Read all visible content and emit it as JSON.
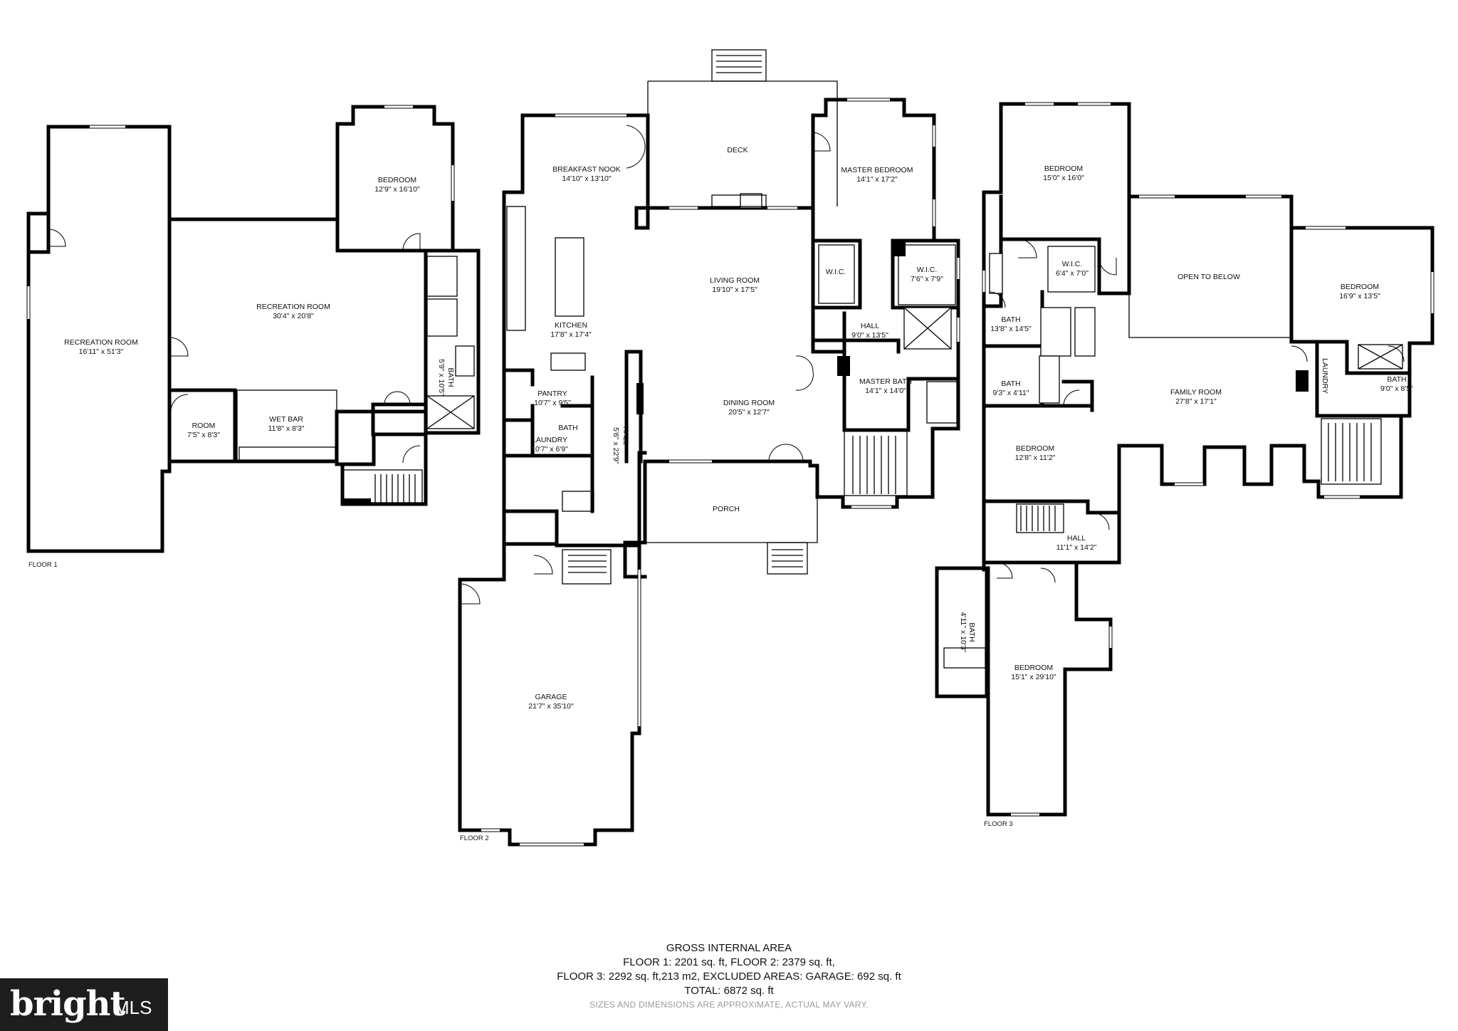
{
  "floors": [
    {
      "label": "FLOOR 1",
      "rooms": [
        {
          "name": "RECREATION ROOM",
          "dims": "16'11\" x 51'3\""
        },
        {
          "name": "RECREATION ROOM",
          "dims": "30'4\" x 20'8\""
        },
        {
          "name": "BEDROOM",
          "dims": "12'9\" x 16'10\""
        },
        {
          "name": "ROOM",
          "dims": "7'5\" x 8'3\""
        },
        {
          "name": "WET BAR",
          "dims": "11'8\" x 8'3\""
        },
        {
          "name": "BATH",
          "dims": "5'9\" x 10'5\""
        }
      ]
    },
    {
      "label": "FLOOR 2",
      "rooms": [
        {
          "name": "DECK",
          "dims": ""
        },
        {
          "name": "BREAKFAST NOOK",
          "dims": "14'10\" x 13'10\""
        },
        {
          "name": "MASTER BEDROOM",
          "dims": "14'1\" x 17'2\""
        },
        {
          "name": "W.I.C.",
          "dims": ""
        },
        {
          "name": "W.I.C.",
          "dims": "7'6\" x 7'9\""
        },
        {
          "name": "LIVING ROOM",
          "dims": "19'10\" x 17'5\""
        },
        {
          "name": "KITCHEN",
          "dims": "17'8\" x 17'4\""
        },
        {
          "name": "HALL",
          "dims": "9'0\" x 13'5\""
        },
        {
          "name": "MASTER BATH",
          "dims": "14'1\" x 14'0\""
        },
        {
          "name": "PANTRY",
          "dims": "10'7\" x 9'5\""
        },
        {
          "name": "BATH",
          "dims": ""
        },
        {
          "name": "LAUNDRY",
          "dims": "10'7\" x 6'9\""
        },
        {
          "name": "HALL",
          "dims": "5'6\" x 22'9\""
        },
        {
          "name": "DINING ROOM",
          "dims": "20'5\" x 12'7\""
        },
        {
          "name": "PORCH",
          "dims": ""
        },
        {
          "name": "GARAGE",
          "dims": "21'7\" x 35'10\""
        }
      ]
    },
    {
      "label": "FLOOR 3",
      "rooms": [
        {
          "name": "BEDROOM",
          "dims": "15'0\" x 16'0\""
        },
        {
          "name": "W.I.C.",
          "dims": "6'4\" x 7'0\""
        },
        {
          "name": "OPEN TO BELOW",
          "dims": ""
        },
        {
          "name": "BEDROOM",
          "dims": "16'9\" x 13'5\""
        },
        {
          "name": "BATH",
          "dims": "13'8\" x 14'5\""
        },
        {
          "name": "BATH",
          "dims": "9'3\" x 4'11\""
        },
        {
          "name": "FAMILY ROOM",
          "dims": "27'8\" x 17'1\""
        },
        {
          "name": "LAUNDRY",
          "dims": ""
        },
        {
          "name": "BATH",
          "dims": "9'0\" x 8'5\""
        },
        {
          "name": "BEDROOM",
          "dims": "12'8\" x 11'2\""
        },
        {
          "name": "HALL",
          "dims": "11'1\" x 14'2\""
        },
        {
          "name": "BATH",
          "dims": "4'11\" x 10'3\""
        },
        {
          "name": "BEDROOM",
          "dims": "15'1\" x 29'10\""
        }
      ]
    }
  ],
  "summary": {
    "title": "GROSS INTERNAL AREA",
    "line1": "FLOOR 1: 2201 sq. ft, FLOOR 2: 2379 sq. ft,",
    "line2": "FLOOR 3: 2292 sq. ft,213 m2, EXCLUDED AREAS: GARAGE: 692 sq. ft",
    "line3": "TOTAL: 6872 sq. ft",
    "note": "SIZES AND DIMENSIONS ARE APPROXIMATE, ACTUAL MAY VARY."
  },
  "branding": {
    "logo_text": "bright",
    "logo_suffix": "MLS"
  },
  "colors": {
    "wall": "#000000",
    "background": "#ffffff",
    "badge": "#1e1e1e",
    "note": "#999999"
  }
}
